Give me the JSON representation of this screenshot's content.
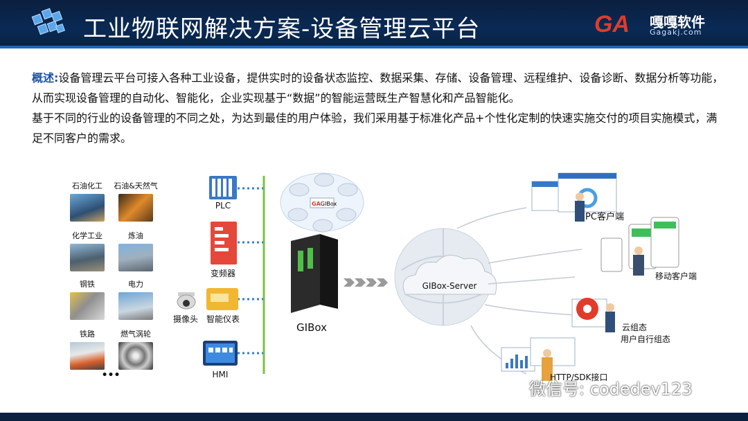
{
  "header": {
    "title": "工业物联网解决方案-设备管理云平台",
    "brand_mark": "GA",
    "brand_name": "嘎嘎软件",
    "brand_url": "Gagakj.com"
  },
  "intro": {
    "label": "概述:",
    "p1": "设备管理云平台可接入各种工业设备，提供实时的设备状态监控、数据采集、存储、设备管理、远程维护、设备诊断、数据分析等功能，从而实现设备管理的自动化、智能化，企业实现基于“数据”的智能运营既生产智慧化和产品智能化。",
    "p2": "基于不同的行业的设备管理的不同之处，为达到最佳的用户体验，我们采用基于标准化产品+个性化定制的快速实施交付的项目实施模式，满足不同客户的需求。"
  },
  "industries": [
    "石油化工",
    "石油&天然气",
    "化学工业",
    "炼油",
    "钢铁",
    "电力",
    "铁路",
    "燃气涡轮"
  ],
  "industries_more": "•••",
  "devices": {
    "plc": "PLC",
    "inverter": "变频器",
    "camera": "摄像头",
    "meter": "智能仪表",
    "hmi": "HMI"
  },
  "gateway": {
    "name": "GIBox",
    "badge_mark": "GA",
    "badge_text": "GIBox"
  },
  "server": {
    "name": "GIBox-Server"
  },
  "clients": {
    "pc": "PC客户端",
    "mobile": "移动客户端",
    "scada_title": "云组态",
    "scada_sub": "用户自行组态",
    "api": "HTTP/SDK接口"
  },
  "watermark": "微信号: codedev123",
  "colors": {
    "header_bg": "#0b1f3f",
    "accent": "#1e52a8",
    "bus": "#7cc142",
    "dots": "#2f7fd6"
  }
}
